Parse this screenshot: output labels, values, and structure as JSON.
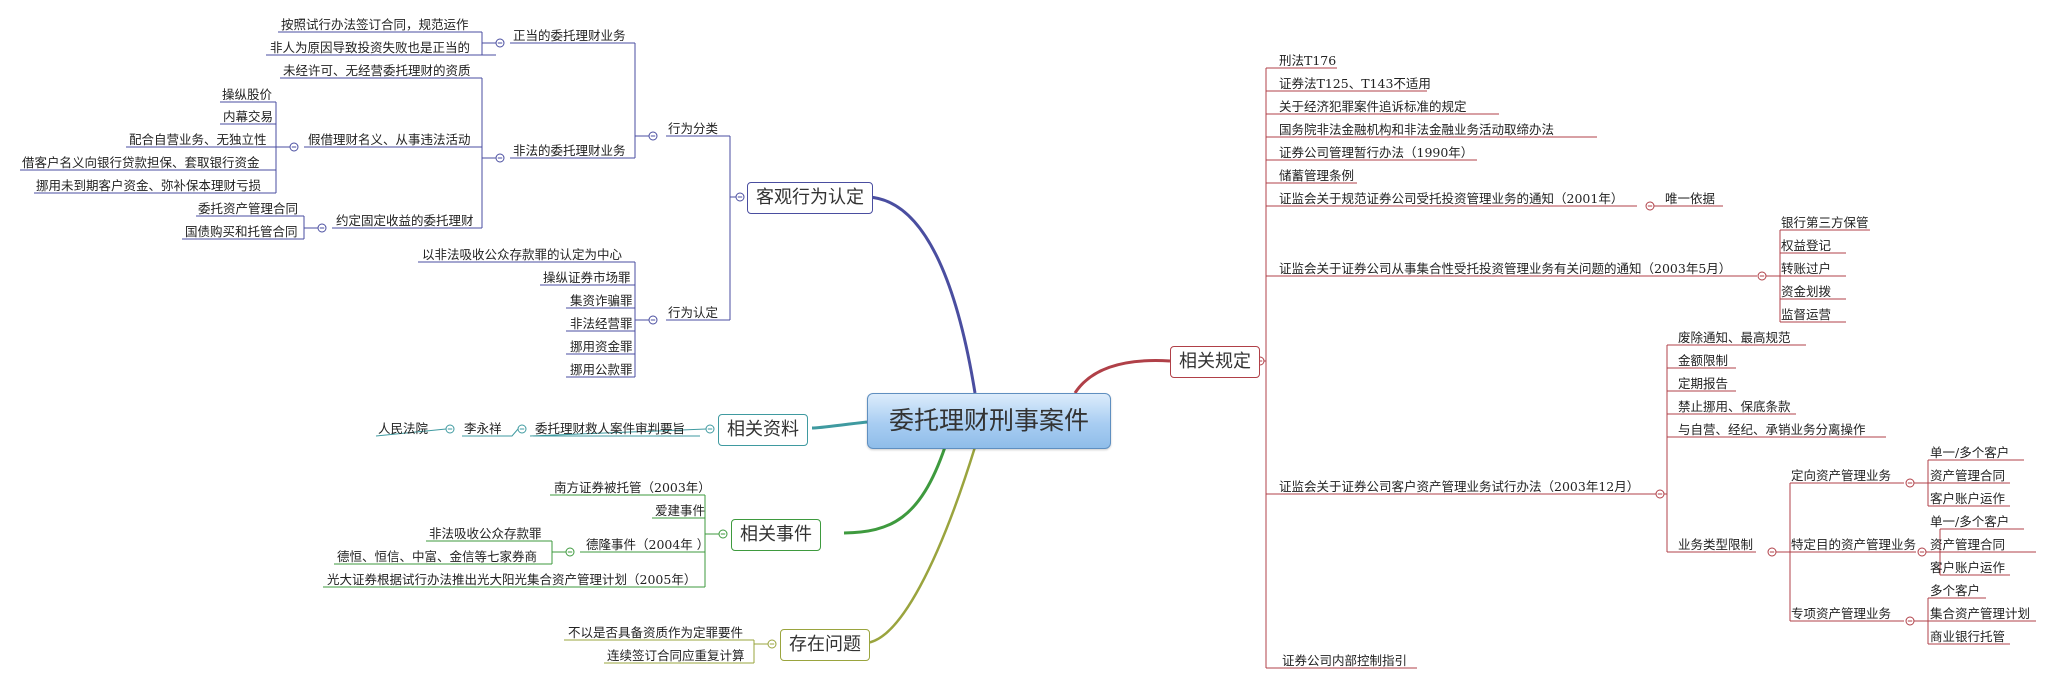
{
  "root": {
    "title": "委托理财刑事案件"
  },
  "branches": {
    "objective": "客观行为认定",
    "materials": "相关资料",
    "events": "相关事件",
    "problems": "存在问题",
    "regulations": "相关规定"
  },
  "objective": {
    "classification": "行为分类",
    "legitimate": "正当的委托理财业务",
    "legit_items": [
      "按照试行办法签订合同，规范运作",
      "非人为原因导致投资失败也是正当的"
    ],
    "illegal": "非法的委托理财业务",
    "illegal_items": [
      "未经许可、无经营委托理财的资质",
      "假借理财名义、从事违法活动",
      "约定固定收益的委托理财"
    ],
    "pretext_items": [
      "操纵股价",
      "内幕交易",
      "配合自营业务、无独立性",
      "借客户名义向银行贷款担保、套取银行资金",
      "挪用未到期客户资金、弥补保本理财亏损"
    ],
    "fixed_items": [
      "委托资产管理合同",
      "国债购买和托管合同"
    ],
    "determination": "行为认定",
    "determination_items": [
      "以非法吸收公众存款罪的认定为中心",
      "操纵证券市场罪",
      "集资诈骗罪",
      "非法经营罪",
      "挪用资金罪",
      "挪用公款罪"
    ]
  },
  "materials": {
    "item": "委托理财救人案件审判要旨",
    "person": "李永祥",
    "court": "人民法院"
  },
  "events": {
    "items": [
      "南方证券被托管（2003年）",
      "爱建事件",
      "德隆事件（2004年 ）",
      "光大证券根据试行办法推出光大阳光集合资产管理计划（2005年）"
    ],
    "delong_items": [
      "非法吸收公众存款罪",
      "德恒、恒信、中富、金信等七家券商"
    ]
  },
  "problems": {
    "items": [
      "不以是否具备资质作为定罪要件",
      "连续签订合同应重复计算"
    ]
  },
  "regulations": {
    "items": [
      "刑法T176",
      "证券法T125、T143不适用",
      "关于经济犯罪案件追诉标准的规定",
      "国务院非法金融机构和非法金融业务活动取缔办法",
      "证券公司管理暂行办法（1990年）",
      "储蓄管理条例",
      "证监会关于规范证券公司受托投资管理业务的通知（2001年）",
      "证监会关于证券公司从事集合性受托投资管理业务有关问题的通知（2003年5月）",
      "证监会关于证券公司客户资产管理业务试行办法（2003年12月）",
      "证券公司内部控制指引"
    ],
    "basis": "唯一依据",
    "may2003_items": [
      "银行第三方保管",
      "权益登记",
      "转账过户",
      "资金划拨",
      "监督运营"
    ],
    "dec2003_items": [
      "废除通知、最高规范",
      "金额限制",
      "定期报告",
      "禁止挪用、保底条款",
      "与自营、经纪、承销业务分离操作",
      "业务类型限制"
    ],
    "types": [
      "定向资产管理业务",
      "特定目的资产管理业务",
      "专项资产管理业务"
    ],
    "directed_items": [
      "单一/多个客户",
      "资产管理合同",
      "客户账户运作"
    ],
    "specific_items": [
      "单一/多个客户",
      "资产管理合同",
      "客户账户运作"
    ],
    "special_items": [
      "多个客户",
      "集合资产管理计划",
      "商业银行托管"
    ]
  },
  "colors": {
    "objective": "#4a4ea0",
    "materials": "#3f9aa0",
    "events": "#3e9a3e",
    "problems": "#9aa43e",
    "regulations": "#b04048",
    "root_border": "#5f8fc0"
  }
}
